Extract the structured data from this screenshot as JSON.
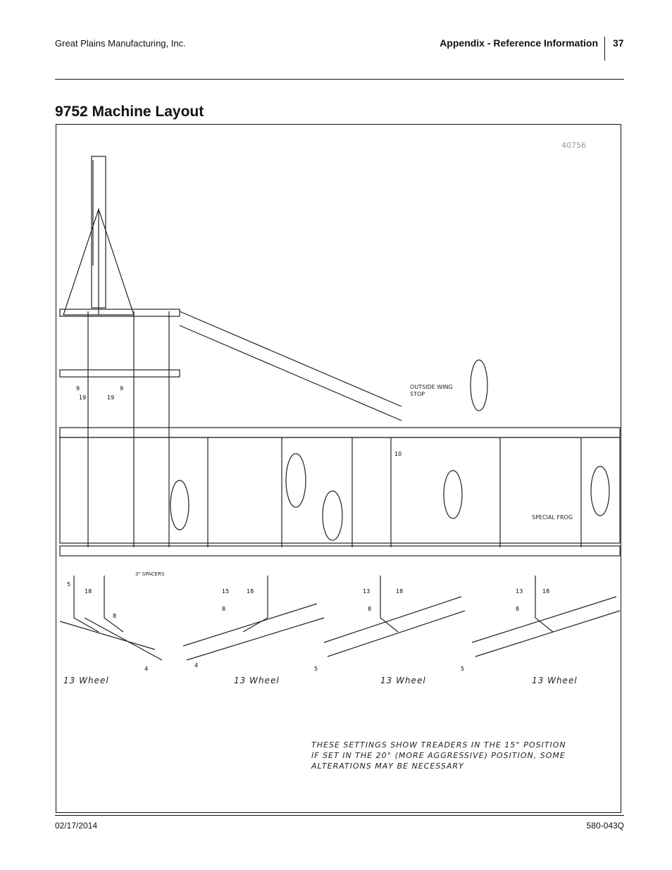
{
  "header": {
    "company": "Great Plains Manufacturing, Inc.",
    "section": "Appendix - Reference Information",
    "page_number": "37"
  },
  "page": {
    "title": "9752 Machine Layout"
  },
  "drawing": {
    "figure_number": "40756",
    "labels": {
      "outside_wing_stop_1": "OUTSIDE WING",
      "outside_wing_stop_2": "STOP",
      "special_frog": "SPECIAL FROG",
      "spacers": "3\" SPACERS"
    },
    "dimensions": [
      "9",
      "9",
      "19",
      "19",
      "5",
      "18",
      "15",
      "18",
      "13",
      "18",
      "13",
      "18",
      "10",
      "8",
      "8",
      "8",
      "8",
      "4",
      "4",
      "5",
      "5"
    ],
    "wheel_labels": [
      "13 Wheel",
      "13 Wheel",
      "13 Wheel",
      "13 Wheel"
    ],
    "note_lines": [
      "THESE SETTINGS SHOW TREADERS IN THE 15° POSITION",
      "IF SET IN THE 20° (MORE AGGRESSIVE) POSITION, SOME",
      "ALTERATIONS MAY BE NECESSARY"
    ]
  },
  "footer": {
    "date": "02/17/2014",
    "doc_number": "580-043Q"
  }
}
